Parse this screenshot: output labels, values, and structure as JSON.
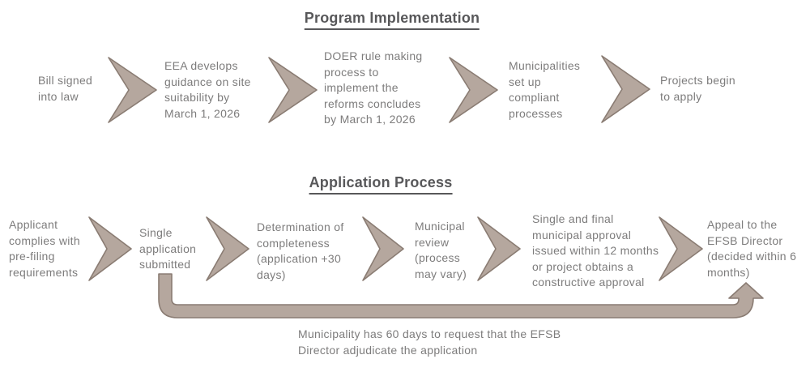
{
  "colors": {
    "arrow_fill": "#b5a79e",
    "arrow_stroke": "#8a7c73",
    "body_text": "#7d7c7c",
    "title_text": "#58585a"
  },
  "sections": [
    {
      "title": "Program Implementation",
      "steps": [
        "Bill signed\ninto law",
        "EEA develops\nguidance on site\nsuitability by\nMarch 1, 2026",
        "DOER rule making\nprocess to\nimplement the\nreforms concludes\nby March 1, 2026",
        "Municipalities\nset up\ncompliant\nprocesses",
        "Projects begin\nto apply"
      ]
    },
    {
      "title": "Application Process",
      "steps": [
        "Applicant\ncomplies with\npre-filing\nrequirements",
        "Single\napplication\nsubmitted",
        "Determination of\ncompleteness\n(application +30\ndays)",
        "Municipal\nreview\n(process\nmay vary)",
        "Single and final\nmunicipal approval\nissued within 12 months\nor project obtains a\nconstructive approval",
        "Appeal to the\nEFSB Director\n(decided within 6\nmonths)"
      ]
    }
  ],
  "loop_annotation": "Municipality has 60 days to request that the EFSB\nDirector adjudicate the application"
}
